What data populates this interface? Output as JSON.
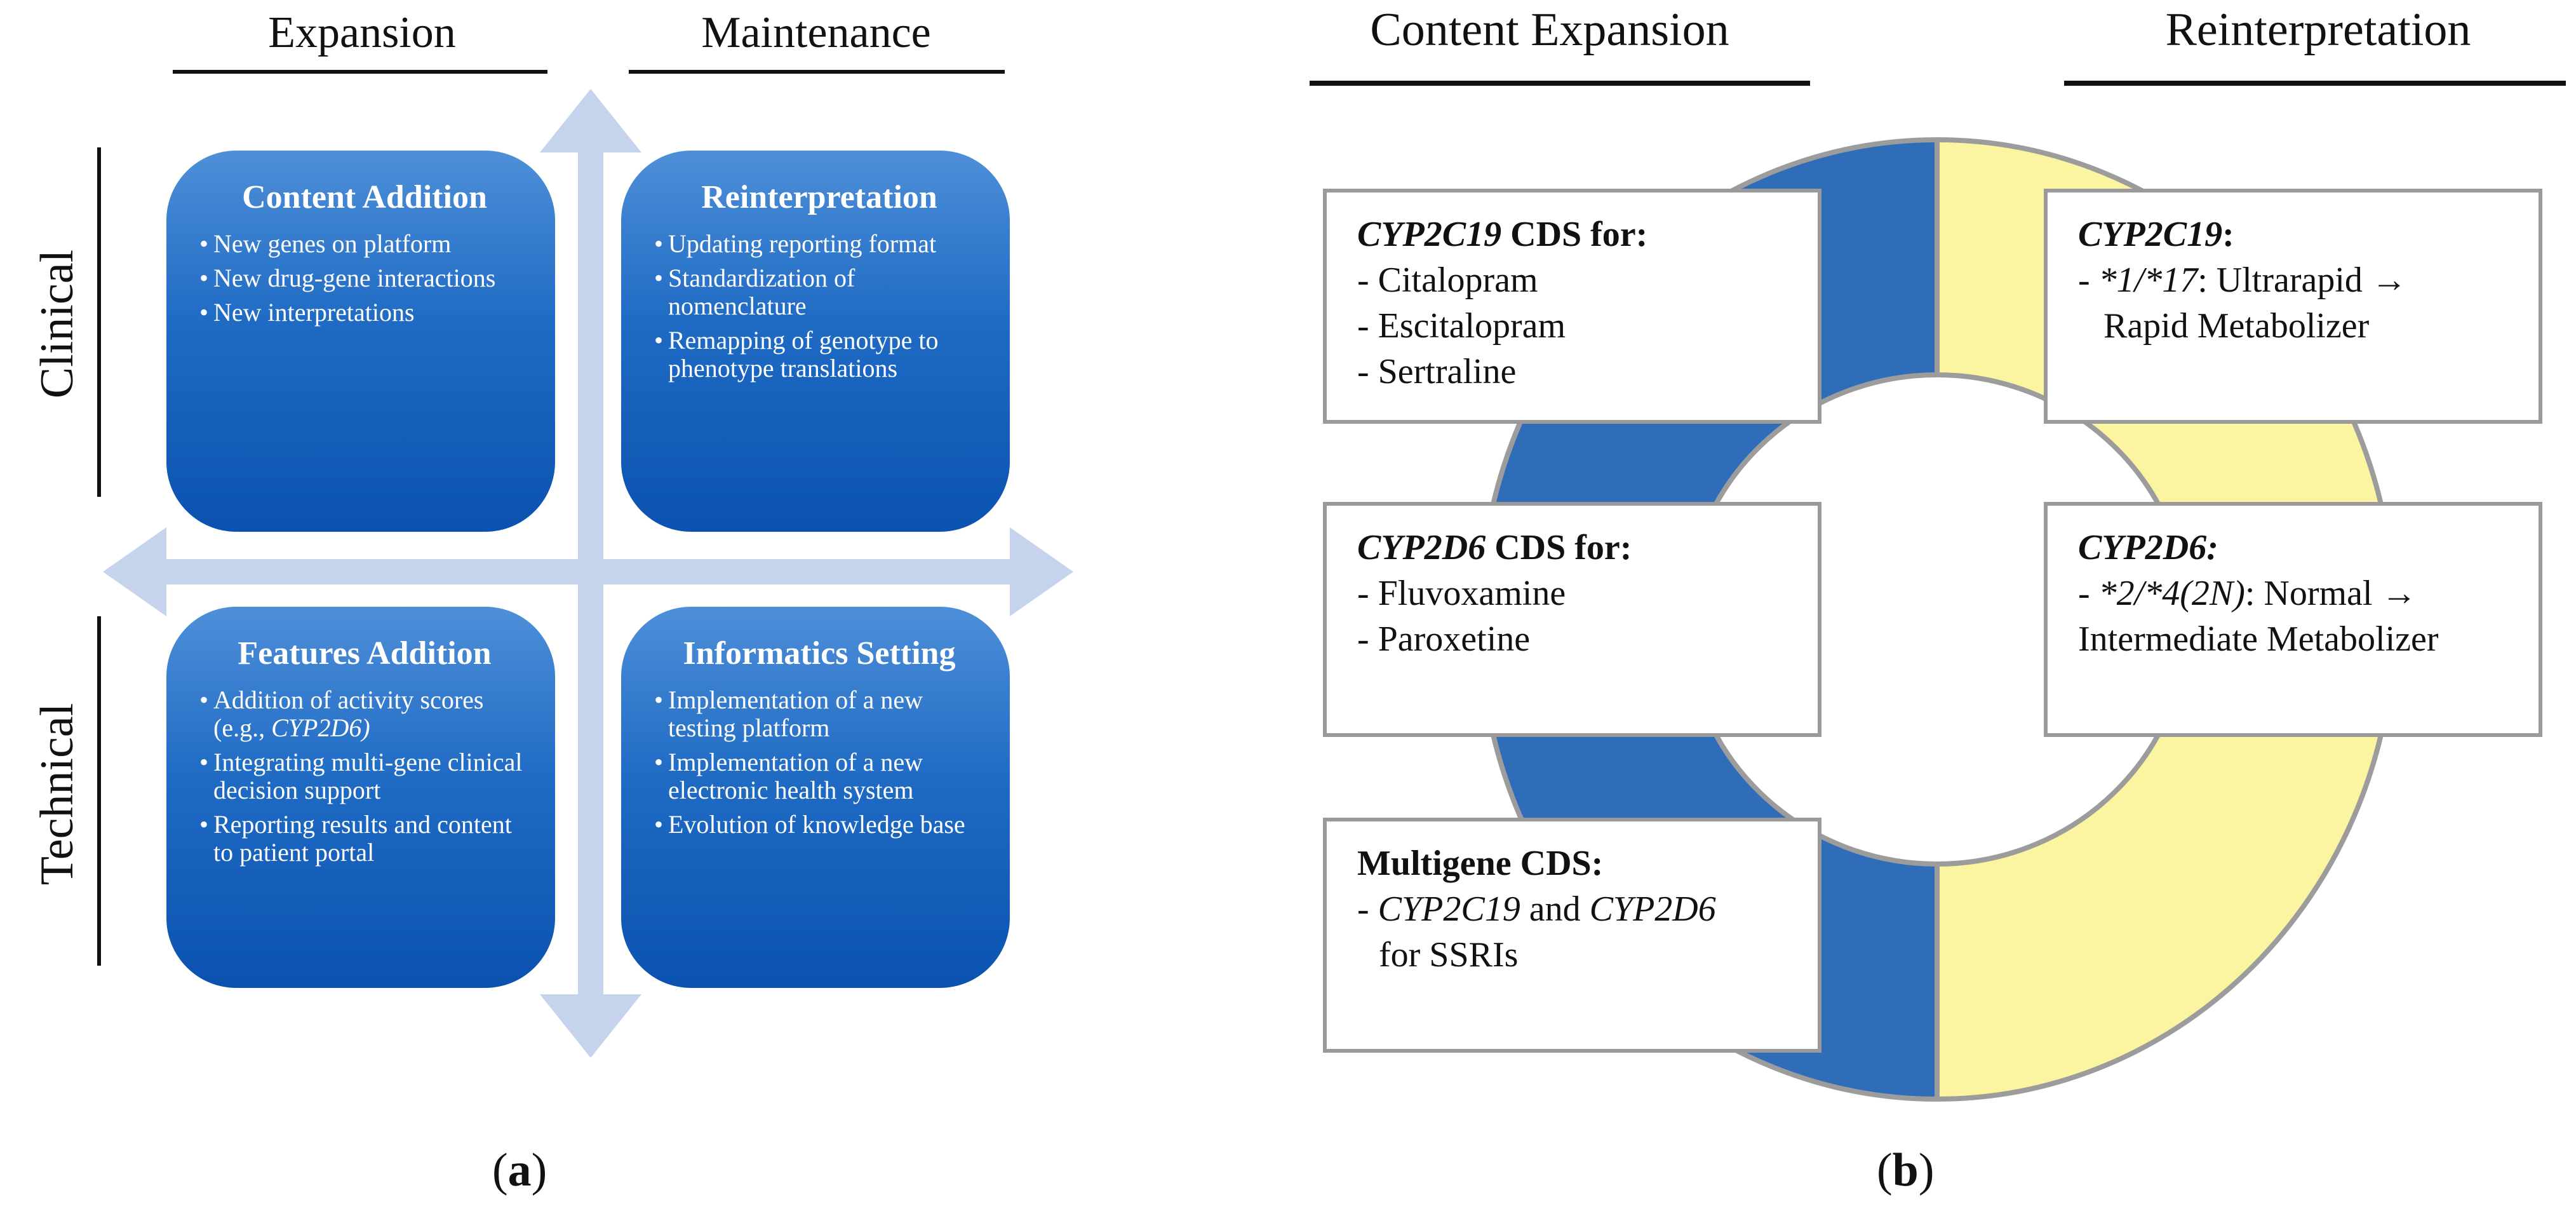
{
  "panel_a": {
    "columns": {
      "expansion": "Expansion",
      "maintenance": "Maintenance"
    },
    "rows": {
      "clinical": "Clinical",
      "technical": "Technical"
    },
    "quadrants": {
      "content_addition": {
        "title": "Content Addition",
        "items": [
          "New genes on platform",
          "New drug-gene interactions",
          "New interpretations"
        ]
      },
      "reinterpretation": {
        "title": "Reinterpretation",
        "items": [
          "Updating reporting format",
          "Standardization of nomenclature",
          "Remapping of genotype to phenotype translations"
        ]
      },
      "features_addition": {
        "title": "Features Addition",
        "items": [
          "Addition of activity scores (e.g., ",
          "CYP2D6)",
          "Integrating multi-gene clinical decision support",
          "Reporting results and content to patient portal"
        ]
      },
      "informatics_setting": {
        "title": "Informatics Setting",
        "items": [
          "Implementation of a new testing platform",
          "Implementation of a new electronic health system",
          "Evolution of knowledge base"
        ]
      }
    },
    "caption": {
      "open": "(",
      "letter": "a",
      "close": ")"
    },
    "colors": {
      "quad_top": "#4e8fd8",
      "quad_bottom": "#0b52b0",
      "arrow": "#c5d3ec"
    }
  },
  "panel_b": {
    "headers": {
      "left": "Content Expansion",
      "right": "Reinterpretation"
    },
    "ring_colors": {
      "left": "#2f6db8",
      "right": "#fbf4a1",
      "border": "#9c9c9c"
    },
    "boxes": {
      "cyp2c19_cds": {
        "gene": "CYP2C19",
        "title_rest": " CDS for:",
        "lines": [
          "- Citalopram",
          "- Escitalopram",
          "- Sertraline"
        ]
      },
      "cyp2d6_cds": {
        "gene": "CYP2D6",
        "title_rest": " CDS for:",
        "lines": [
          "- Fluvoxamine",
          "- Paroxetine"
        ]
      },
      "multigene_cds": {
        "title": "Multigene CDS:",
        "dash": "- ",
        "gene1": "CYP2C19",
        "and": " and ",
        "gene2": "CYP2D6",
        "line2": "for SSRIs"
      },
      "cyp2c19_reint": {
        "gene": "CYP2C19",
        "colon": ":",
        "dash": "- ",
        "allele": "*1/*17",
        "line1_rest": ": Ultrarapid →",
        "line2": "Rapid Metabolizer"
      },
      "cyp2d6_reint": {
        "gene": "CYP2D6:",
        "dash": "- ",
        "allele": "*2/*4(2N)",
        "line1_rest": ": Normal →",
        "line2": "Intermediate Metabolizer"
      }
    },
    "caption": {
      "open": "(",
      "letter": "b",
      "close": ")"
    }
  }
}
